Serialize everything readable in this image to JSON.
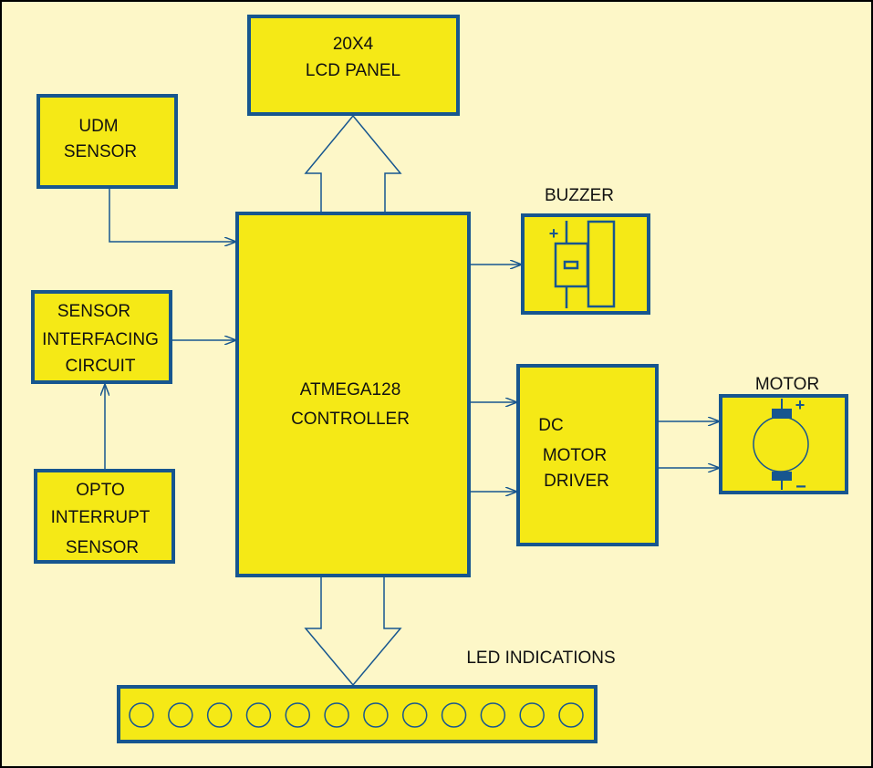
{
  "colors": {
    "background": "#fdf7c8",
    "block_fill": "#f5e916",
    "block_border": "#17568f",
    "text": "#111111",
    "frame": "#000000"
  },
  "blocks": {
    "lcd": {
      "lines": [
        "20X4",
        "LCD PANEL"
      ]
    },
    "udm": {
      "lines": [
        "UDM",
        "SENSOR"
      ]
    },
    "sensor_interfacing": {
      "lines": [
        "SENSOR",
        "INTERFACING",
        "CIRCUIT"
      ]
    },
    "opto": {
      "lines": [
        "OPTO",
        "INTERRUPT",
        "SENSOR"
      ]
    },
    "controller": {
      "lines": [
        "ATMEGA128",
        "CONTROLLER"
      ]
    },
    "buzzer": {
      "title": "BUZZER",
      "plus_sign": "+"
    },
    "motor_driver": {
      "lines": [
        "DC",
        "MOTOR",
        "DRIVER"
      ]
    },
    "motor": {
      "title": "MOTOR",
      "plus_sign": "+",
      "minus_sign": "−"
    },
    "led_bar": {
      "title": "LED INDICATIONS",
      "led_count": 12
    }
  },
  "connections": [
    {
      "from": "udm",
      "to": "controller"
    },
    {
      "from": "sensor_interfacing",
      "to": "controller"
    },
    {
      "from": "opto",
      "to": "sensor_interfacing"
    },
    {
      "from": "controller",
      "to": "lcd",
      "style": "bus"
    },
    {
      "from": "controller",
      "to": "buzzer"
    },
    {
      "from": "controller",
      "to": "motor_driver",
      "count": 2
    },
    {
      "from": "motor_driver",
      "to": "motor",
      "count": 2
    },
    {
      "from": "controller",
      "to": "led_bar",
      "style": "bus"
    }
  ]
}
